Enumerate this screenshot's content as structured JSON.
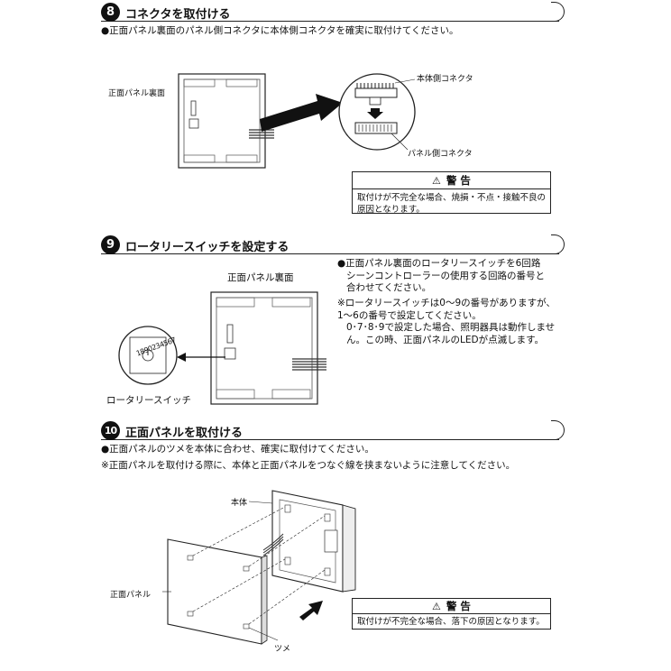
{
  "step8": {
    "number": "8",
    "title": "コネクタを取付ける",
    "instruction": "●正面パネル裏面のパネル側コネクタに本体側コネクタを確実に取付けてください。",
    "label_panel_back": "正面パネル裏面",
    "label_body_connector": "本体側コネクタ",
    "label_panel_connector": "パネル側コネクタ",
    "warning_title": "警 告",
    "warning_line1": "取付けが不完全な場合、焼損・不点・接触不良の",
    "warning_line2": "原因となります。"
  },
  "step9": {
    "number": "9",
    "title": "ロータリースイッチを設定する",
    "label_panel_back": "正面パネル裏面",
    "label_rotary": "ロータリースイッチ",
    "dial_digits": "1890234567",
    "text_line1": "●正面パネル裏面のロータリースイッチを6回路",
    "text_line2": "シーンコントローラーの使用する回路の番号と",
    "text_line3": "合わせてください。",
    "note_line1": "※ロータリースイッチは0〜9の番号がありますが、1〜6の番号で設定してください。",
    "note_line2": "0･7･8･9で設定した場合、照明器具は動作しません。この時、正面パネルのLEDが点滅します。"
  },
  "step10": {
    "number": "10",
    "title": "正面パネルを取付ける",
    "instruction1": "●正面パネルのツメを本体に合わせ、確実に取付けてください。",
    "instruction2": "※正面パネルを取付ける際に、本体と正面パネルをつなぐ線を挟まないように注意してください。",
    "label_body": "本体",
    "label_front_panel": "正面パネル",
    "label_tab": "ツメ",
    "warning_title": "警 告",
    "warning_line1": "取付けが不完全な場合、落下の原因となります。"
  }
}
